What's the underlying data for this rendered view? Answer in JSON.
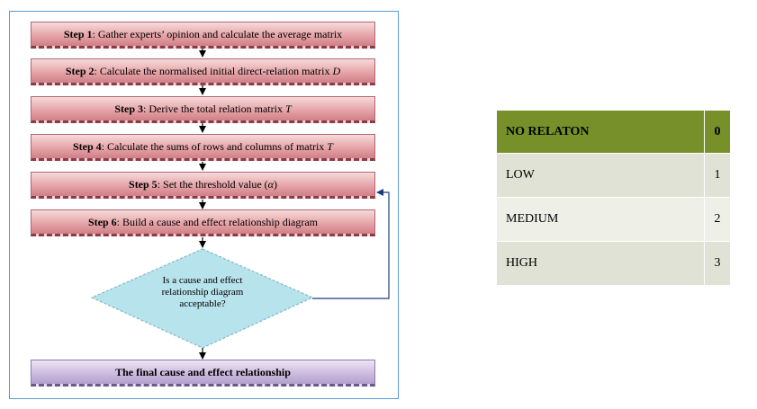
{
  "flowchart": {
    "steps": [
      {
        "bold": "Step 1",
        "text": ": Gather experts’ opinion and calculate the average matrix",
        "symbol": ""
      },
      {
        "bold": "Step 2",
        "text": ": Calculate the normalised initial direct-relation matrix",
        "symbol": "D"
      },
      {
        "bold": "Step 3",
        "text": ": Derive the total relation matrix",
        "symbol": "T"
      },
      {
        "bold": "Step 4",
        "text": ": Calculate the sums of rows and columns of matrix",
        "symbol": "T"
      },
      {
        "bold": "Step 5",
        "text": ": Set the threshold value (",
        "symbol": "α",
        "suffix": ")"
      },
      {
        "bold": "Step 6",
        "text": ": Build a cause and effect relationship diagram",
        "symbol": ""
      }
    ],
    "decision": [
      "Is a cause and effect",
      "relationship diagram",
      "acceptable?"
    ],
    "final": "The final cause and effect relationship"
  },
  "scale_table": {
    "rows": [
      {
        "label": "NO RELATON",
        "value": "0"
      },
      {
        "label": "LOW",
        "value": "1"
      },
      {
        "label": "MEDIUM",
        "value": "2"
      },
      {
        "label": "HIGH",
        "value": "3"
      }
    ]
  },
  "colors": {
    "step_fill": "#e6a5a9",
    "final_fill": "#cdbce0",
    "decision_fill": "#b7e3ec",
    "table_header": "#77902a",
    "frame_border": "#5b9bd5",
    "loop_arrow": "#1f3a7a"
  }
}
